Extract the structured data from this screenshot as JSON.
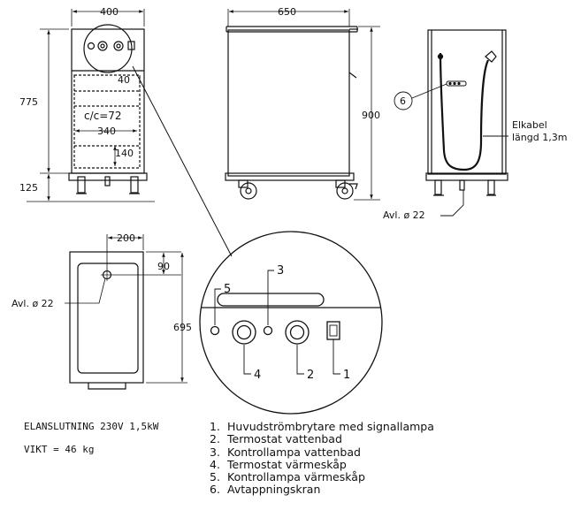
{
  "dimensions": {
    "front_width": "400",
    "side_width": "650",
    "height_body": "775",
    "height_total": "900",
    "leg_height": "125",
    "shelf_depth": "40",
    "shelf_pitch": "c/c=72",
    "shelf_width": "340",
    "bottom_gap": "140",
    "top_offset_x": "200",
    "top_offset_y": "90",
    "top_depth": "695"
  },
  "labels": {
    "drain_side": "Avl. ø 22",
    "drain_top": "Avl. ø 22",
    "cable_line1": "Elkabel",
    "cable_line2": "längd 1,3m",
    "callout_6": "6",
    "detail_1": "1",
    "detail_2": "2",
    "detail_3": "3",
    "detail_4": "4",
    "detail_5": "5"
  },
  "specs": {
    "connection": "ELANSLUTNING   230V 1,5kW",
    "weight": "VIKT = 46 kg"
  },
  "legend": [
    {
      "num": "1.",
      "text": "Huvudströmbrytare med signallampa"
    },
    {
      "num": "2.",
      "text": "Termostat vattenbad"
    },
    {
      "num": "3.",
      "text": "Kontrollampa vattenbad"
    },
    {
      "num": "4.",
      "text": "Termostat värmeskåp"
    },
    {
      "num": "5.",
      "text": "Kontrollampa värmeskåp"
    },
    {
      "num": "6.",
      "text": "Avtappningskran"
    }
  ]
}
